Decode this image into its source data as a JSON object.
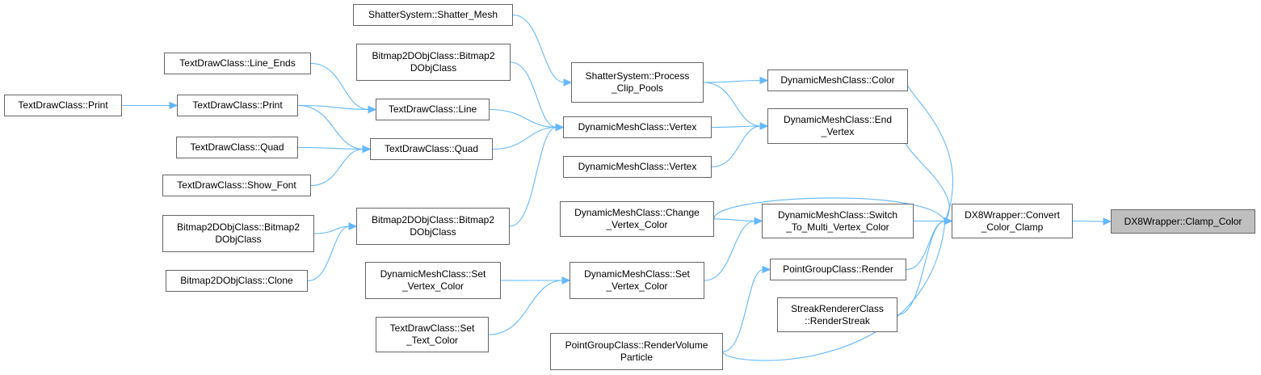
{
  "graph": {
    "title": "",
    "nodes": [
      {
        "id": "n0",
        "name": "clamp-color",
        "label": "DX8Wrapper::Clamp_Color",
        "root": true
      },
      {
        "id": "n1",
        "name": "convert-color-clamp",
        "label": "DX8Wrapper::Convert\n_Color_Clamp"
      },
      {
        "id": "n2",
        "name": "dynamicmesh-color",
        "label": "DynamicMeshClass::Color"
      },
      {
        "id": "n3",
        "name": "dynamicmesh-end-vertex",
        "label": "DynamicMeshClass::End\n_Vertex"
      },
      {
        "id": "n4",
        "name": "dynamicmesh-switch-to-multi-vertex-color",
        "label": "DynamicMeshClass::Switch\n_To_Multi_Vertex_Color"
      },
      {
        "id": "n5",
        "name": "pointgroup-render",
        "label": "PointGroupClass::Render"
      },
      {
        "id": "n6",
        "name": "streakrenderer-renderstreak",
        "label": "StreakRendererClass\n::RenderStreak"
      },
      {
        "id": "n7",
        "name": "shattersystem-process-clip-pools",
        "label": "ShatterSystem::Process\n_Clip_Pools"
      },
      {
        "id": "n8",
        "name": "shattersystem-shatter-mesh",
        "label": "ShatterSystem::Shatter_Mesh"
      },
      {
        "id": "n9",
        "name": "dynamicmesh-vertex-a",
        "label": "DynamicMeshClass::Vertex"
      },
      {
        "id": "n10",
        "name": "dynamicmesh-vertex-b",
        "label": "DynamicMeshClass::Vertex"
      },
      {
        "id": "n11",
        "name": "dynamicmesh-change-vertex-color",
        "label": "DynamicMeshClass::Change\n_Vertex_Color"
      },
      {
        "id": "n12",
        "name": "dynamicmesh-set-vertex-color-a",
        "label": "DynamicMeshClass::Set\n_Vertex_Color"
      },
      {
        "id": "n13",
        "name": "pointgroup-rendervolumeparticle",
        "label": "PointGroupClass::RenderVolume\nParticle"
      },
      {
        "id": "n14",
        "name": "bitmap2dobj-constructor-a",
        "label": "Bitmap2DObjClass::Bitmap2\nDObjClass"
      },
      {
        "id": "n15",
        "name": "textdraw-line",
        "label": "TextDrawClass::Line"
      },
      {
        "id": "n16",
        "name": "textdraw-quad-a",
        "label": "TextDrawClass::Quad"
      },
      {
        "id": "n17",
        "name": "bitmap2dobj-constructor-b",
        "label": "Bitmap2DObjClass::Bitmap2\nDObjClass"
      },
      {
        "id": "n18",
        "name": "textdraw-line-ends",
        "label": "TextDrawClass::Line_Ends"
      },
      {
        "id": "n19",
        "name": "textdraw-print-a",
        "label": "TextDrawClass::Print"
      },
      {
        "id": "n20",
        "name": "textdraw-quad-b",
        "label": "TextDrawClass::Quad"
      },
      {
        "id": "n21",
        "name": "textdraw-show-font",
        "label": "TextDrawClass::Show_Font"
      },
      {
        "id": "n22",
        "name": "bitmap2dobj-constructor-c",
        "label": "Bitmap2DObjClass::Bitmap2\nDObjClass"
      },
      {
        "id": "n23",
        "name": "bitmap2dobj-clone",
        "label": "Bitmap2DObjClass::Clone"
      },
      {
        "id": "n24",
        "name": "textdraw-print-b",
        "label": "TextDrawClass::Print"
      },
      {
        "id": "n25",
        "name": "dynamicmesh-set-vertex-color-b",
        "label": "DynamicMeshClass::Set\n_Vertex_Color"
      },
      {
        "id": "n26",
        "name": "textdraw-set-text-color",
        "label": "TextDrawClass::Set\n_Text_Color"
      }
    ],
    "edges": [
      {
        "from": "n1",
        "to": "n0"
      },
      {
        "from": "n2",
        "to": "n1"
      },
      {
        "from": "n3",
        "to": "n1"
      },
      {
        "from": "n4",
        "to": "n1"
      },
      {
        "from": "n5",
        "to": "n1"
      },
      {
        "from": "n6",
        "to": "n1"
      },
      {
        "from": "n11",
        "to": "n1"
      },
      {
        "from": "n13",
        "to": "n1"
      },
      {
        "from": "n7",
        "to": "n2"
      },
      {
        "from": "n7",
        "to": "n3"
      },
      {
        "from": "n9",
        "to": "n3"
      },
      {
        "from": "n10",
        "to": "n3"
      },
      {
        "from": "n11",
        "to": "n4"
      },
      {
        "from": "n12",
        "to": "n4"
      },
      {
        "from": "n13",
        "to": "n5"
      },
      {
        "from": "n8",
        "to": "n7"
      },
      {
        "from": "n14",
        "to": "n9"
      },
      {
        "from": "n15",
        "to": "n9"
      },
      {
        "from": "n16",
        "to": "n9"
      },
      {
        "from": "n17",
        "to": "n9"
      },
      {
        "from": "n25",
        "to": "n12"
      },
      {
        "from": "n26",
        "to": "n12"
      },
      {
        "from": "n18",
        "to": "n15"
      },
      {
        "from": "n19",
        "to": "n15"
      },
      {
        "from": "n19",
        "to": "n16"
      },
      {
        "from": "n20",
        "to": "n16"
      },
      {
        "from": "n21",
        "to": "n16"
      },
      {
        "from": "n22",
        "to": "n17"
      },
      {
        "from": "n23",
        "to": "n17"
      },
      {
        "from": "n24",
        "to": "n19"
      }
    ]
  },
  "colors": {
    "edge": "#63b8ff",
    "node_border": "#666666",
    "node_fill": "#ffffff",
    "root_fill": "#bfbfbf"
  }
}
